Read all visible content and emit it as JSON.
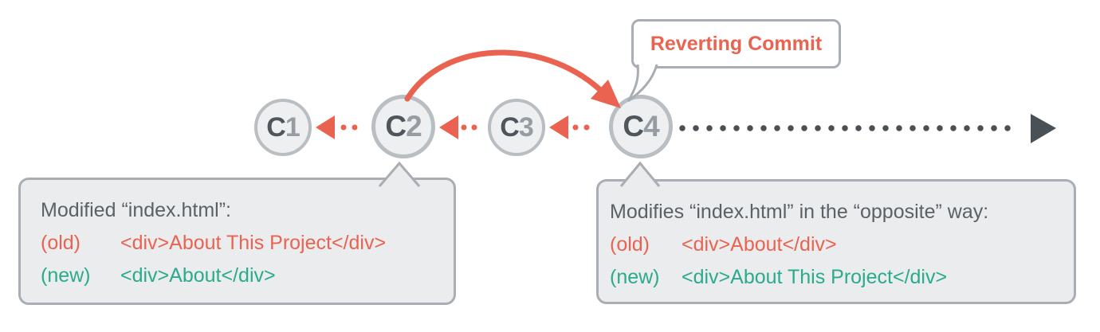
{
  "colors": {
    "red": "#E96350",
    "green": "#2BAA8C",
    "dark_charcoal": "#4A5156",
    "commit_letter": "#4E555B",
    "commit_number": "#969CA2",
    "node_fill": "#EDEFF1",
    "node_border": "#B9BEC3",
    "bubble_fill": "#EAECEE",
    "bubble_border": "#A9AEB4"
  },
  "timeline": {
    "commits": [
      {
        "prefix": "C",
        "number": "1"
      },
      {
        "prefix": "C",
        "number": "2"
      },
      {
        "prefix": "C",
        "number": "3"
      },
      {
        "prefix": "C",
        "number": "4"
      }
    ]
  },
  "callout": {
    "label": "Reverting Commit"
  },
  "bubbles": {
    "left": {
      "title": "Modified “index.html”:",
      "old_label": "(old)",
      "old_code": "<div>About This Project</div>",
      "new_label": "(new)",
      "new_code": "<div>About</div>"
    },
    "right": {
      "title": "Modifies “index.html” in the “opposite” way:",
      "old_label": "(old)",
      "old_code": "<div>About</div>",
      "new_label": "(new)",
      "new_code": "<div>About This Project</div>"
    }
  }
}
